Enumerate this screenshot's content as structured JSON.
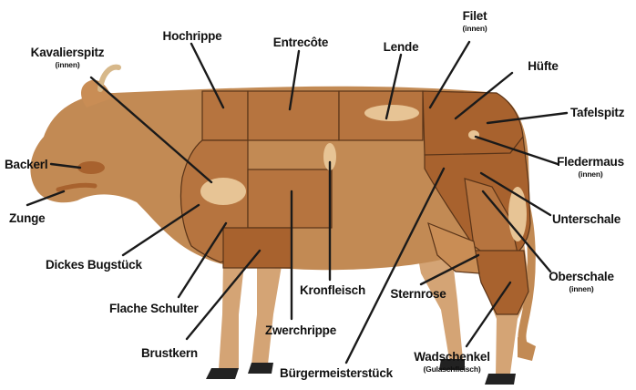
{
  "labels": {
    "hochrippe": "Hochrippe",
    "entrecote": "Entrecôte",
    "lende": "Lende",
    "filet": "Filet",
    "filet_sub": "(innen)",
    "huefte": "Hüfte",
    "tafelspitz": "Tafelspitz",
    "kavalierspitz": "Kavalierspitz",
    "kavalierspitz_sub": "(innen)",
    "backerl": "Backerl",
    "zunge": "Zunge",
    "fledermaus": "Fledermaus",
    "fledermaus_sub": "(innen)",
    "unterschale": "Unterschale",
    "dickes_bugstueck": "Dickes Bugstück",
    "oberschale": "Oberschale",
    "oberschale_sub": "(innen)",
    "kronfleisch": "Kronfleisch",
    "sternrose": "Sternrose",
    "flache_schulter": "Flache Schulter",
    "zwerchrippe": "Zwerchrippe",
    "brustkern": "Brustkern",
    "wadschenkel": "Wadschenkel",
    "wadschenkel_sub": "(Gulaschfleisch)",
    "buergermeisterstueck": "Bürgermeisterstück"
  },
  "colors": {
    "body": "#c28a54",
    "legs": "#d4a475",
    "cut_mid": "#b6743f",
    "cut_dark": "#a8622e",
    "cut_light": "#c98d55",
    "inner_cut": "#e7c495",
    "hoof": "#222222",
    "leader": "#1a1a1a"
  }
}
